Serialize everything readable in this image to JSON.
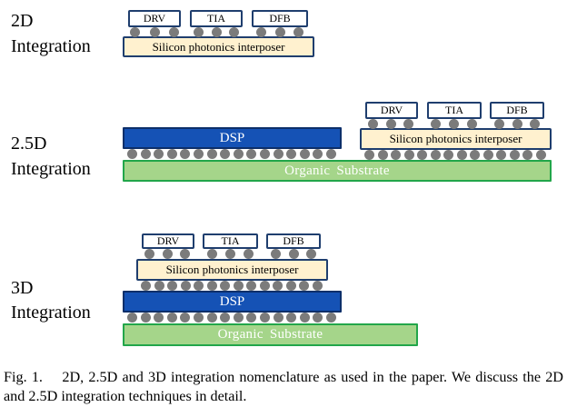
{
  "sections": {
    "twoD": {
      "label_line1": "2D",
      "label_line2": "Integration",
      "chips": [
        "DRV",
        "TIA",
        "DFB"
      ],
      "interposer": "Silicon photonics interposer"
    },
    "twoHalfD": {
      "label_line1": "2.5D",
      "label_line2": "Integration",
      "dsp": "DSP",
      "chips": [
        "DRV",
        "TIA",
        "DFB"
      ],
      "interposer": "Silicon photonics interposer",
      "substrate": "Organic Substrate"
    },
    "threeD": {
      "label_line1": "3D",
      "label_line2": "Integration",
      "chips": [
        "DRV",
        "TIA",
        "DFB"
      ],
      "interposer": "Silicon photonics interposer",
      "dsp": "DSP",
      "substrate": "Organic Substrate"
    }
  },
  "caption": "Fig. 1.  2D, 2.5D and 3D integration nomenclature as used in the paper. We discuss the 2D and 2.5D integration techniques in detail.",
  "colors": {
    "chip_border": "#1f3e6e",
    "interposer_fill": "#fff1cf",
    "dsp_fill": "#1552b5",
    "substrate_fill": "#a5d58a",
    "substrate_border": "#22a64a",
    "bump": "#7b7b7b"
  }
}
